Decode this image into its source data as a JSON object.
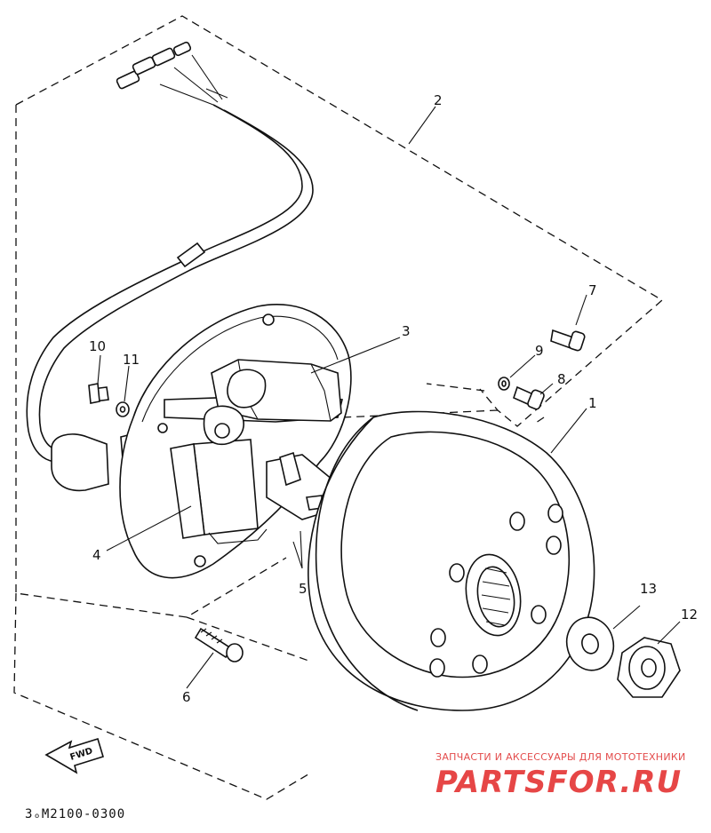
{
  "callouts": {
    "p1": "1",
    "p2": "2",
    "p3": "3",
    "p4": "4",
    "p5": "5",
    "p6": "6",
    "p7": "7",
    "p8": "8",
    "p9": "9",
    "p10": "10",
    "p11": "11",
    "p12": "12",
    "p13": "13"
  },
  "fwd_label": "FWD",
  "diagram_code": "3ₒM2100-0300",
  "watermark": {
    "tagline": "ЗАПЧАСТИ И АКСЕССУАРЫ ДЛЯ МОТОТЕХНИКИ",
    "brand": "PARTSFOR.RU"
  }
}
